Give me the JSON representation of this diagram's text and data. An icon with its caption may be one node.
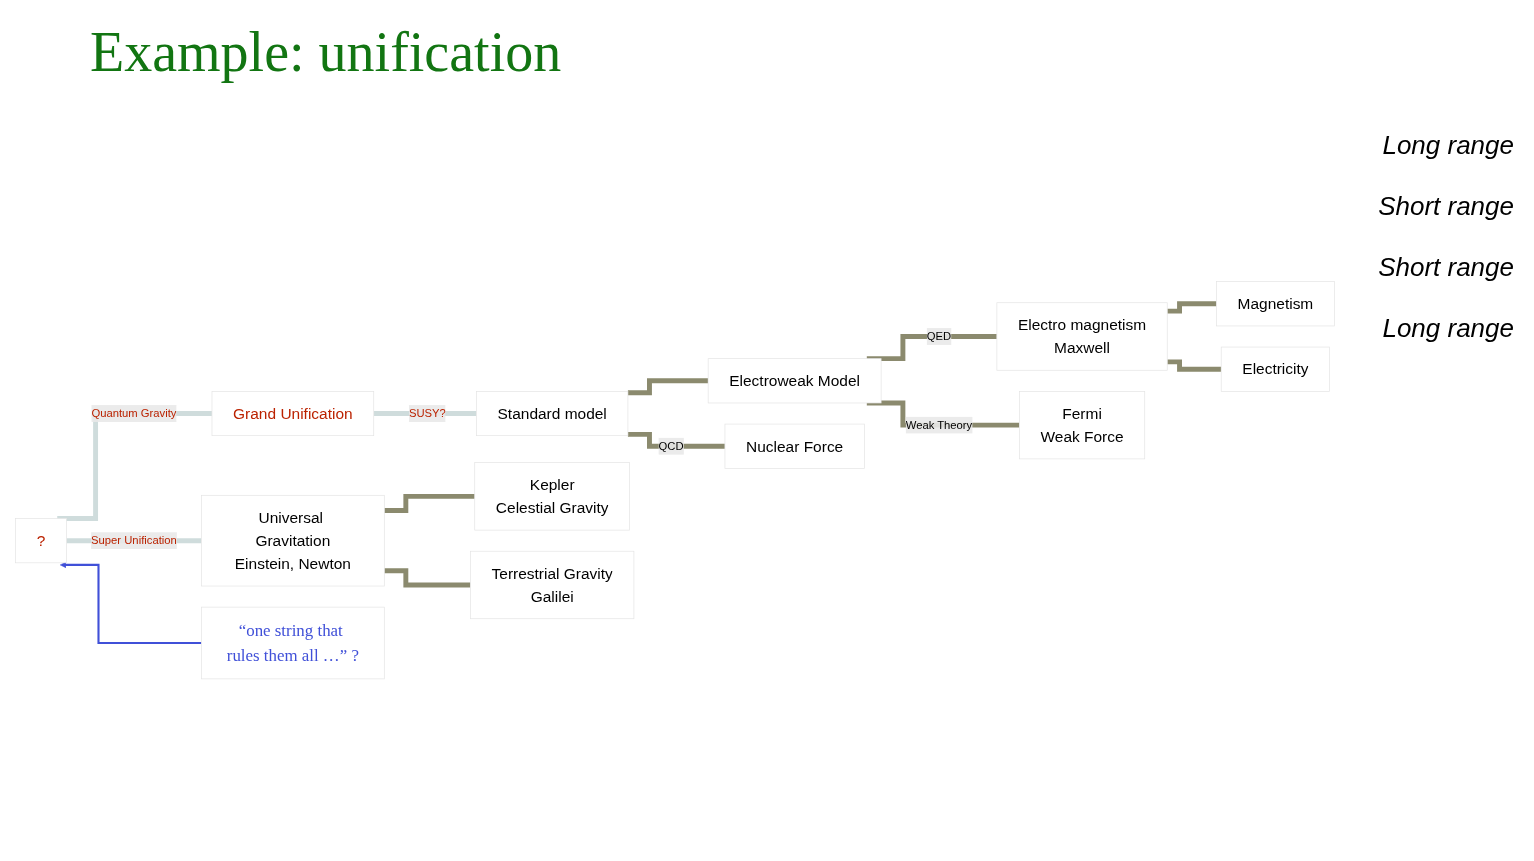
{
  "diagram": {
    "title": "Example: unification",
    "nodes": [
      {
        "text": [
          "Magnetism"
        ]
      },
      {
        "text": [
          "Electricity"
        ]
      },
      {
        "text": [
          "Electro magnetism",
          "Maxwell"
        ]
      },
      {
        "text": [
          "Fermi",
          "Weak Force"
        ]
      },
      {
        "text": [
          "Electroweak Model"
        ]
      },
      {
        "text": [
          "Nuclear Force"
        ]
      },
      {
        "text": [
          "Standard model"
        ]
      },
      {
        "text": [
          "Grand Unification"
        ]
      },
      {
        "text": [
          "Kepler",
          "Celestial Gravity"
        ]
      },
      {
        "text": [
          "Terrestrial Gravity",
          "Galilei"
        ]
      },
      {
        "text": [
          "Universal Gravitation",
          "Einstein, Newton"
        ]
      },
      {
        "text": [
          "?"
        ]
      },
      {
        "text": [
          "“one string that rules them all …” ?"
        ]
      }
    ],
    "edges": [
      {
        "from": 0,
        "to": 2,
        "arrow": "none"
      },
      {
        "from": 1,
        "to": 2,
        "arrow": "none"
      },
      {
        "from": 2,
        "to": 4,
        "arrow": "none",
        "label": "QED"
      },
      {
        "from": 3,
        "to": 4,
        "arrow": "none",
        "label": "Weak Theory"
      },
      {
        "from": 4,
        "to": 6,
        "arrow": "none"
      },
      {
        "from": 5,
        "to": 6,
        "arrow": "none",
        "label": "QCD"
      },
      {
        "from": 6,
        "to": 7,
        "arrow": "none",
        "color": "#cfdcdc",
        "label": "SUSY?"
      },
      {
        "from": 7,
        "to": 11,
        "arrow": "none",
        "color": "#cfdcdc",
        "label": "Quantum Gravity"
      },
      {
        "from": 8,
        "to": 10,
        "arrow": "none"
      },
      {
        "from": 9,
        "to": 10,
        "arrow": "none"
      },
      {
        "from": 10,
        "to": 11,
        "arrow": "none",
        "color": "#cfdcdc",
        "label": "Super Unification"
      },
      {
        "from": 12,
        "to": 11,
        "arrow": "to",
        "color": "#4050d8"
      }
    ],
    "labels": [
      "Long range",
      "Short range",
      "Short range",
      "Long range"
    ]
  }
}
